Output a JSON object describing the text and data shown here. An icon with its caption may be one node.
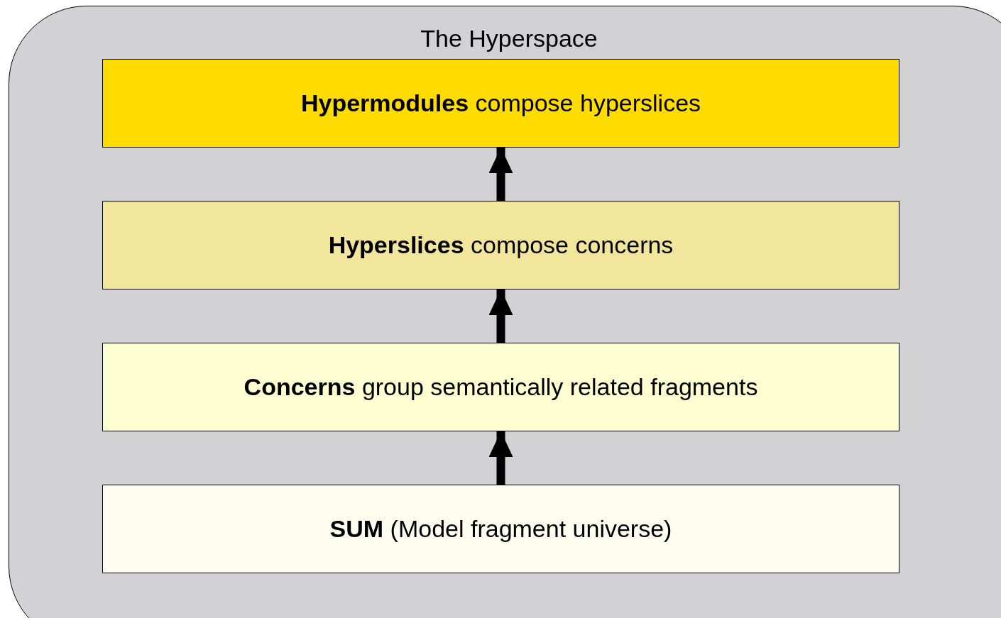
{
  "diagram": {
    "nodes": [
      {
        "text": [
          "The Hyperspace"
        ]
      },
      {
        "text": [
          "**Hypermodules** compose hyperslices"
        ],
        "in": 0
      },
      {
        "text": [
          "**Hyperslices** compose concerns"
        ],
        "in": 0
      },
      {
        "text": [
          "**Concerns** group semantically related fragments"
        ],
        "in": 0
      },
      {
        "text": [
          "**SUM** (Model fragment universe)"
        ],
        "in": 0
      }
    ],
    "edges": [
      {
        "from": 4,
        "to": 3,
        "arrow": "to"
      },
      {
        "from": 3,
        "to": 2,
        "arrow": "to"
      },
      {
        "from": 2,
        "to": 1,
        "arrow": "to"
      }
    ]
  }
}
